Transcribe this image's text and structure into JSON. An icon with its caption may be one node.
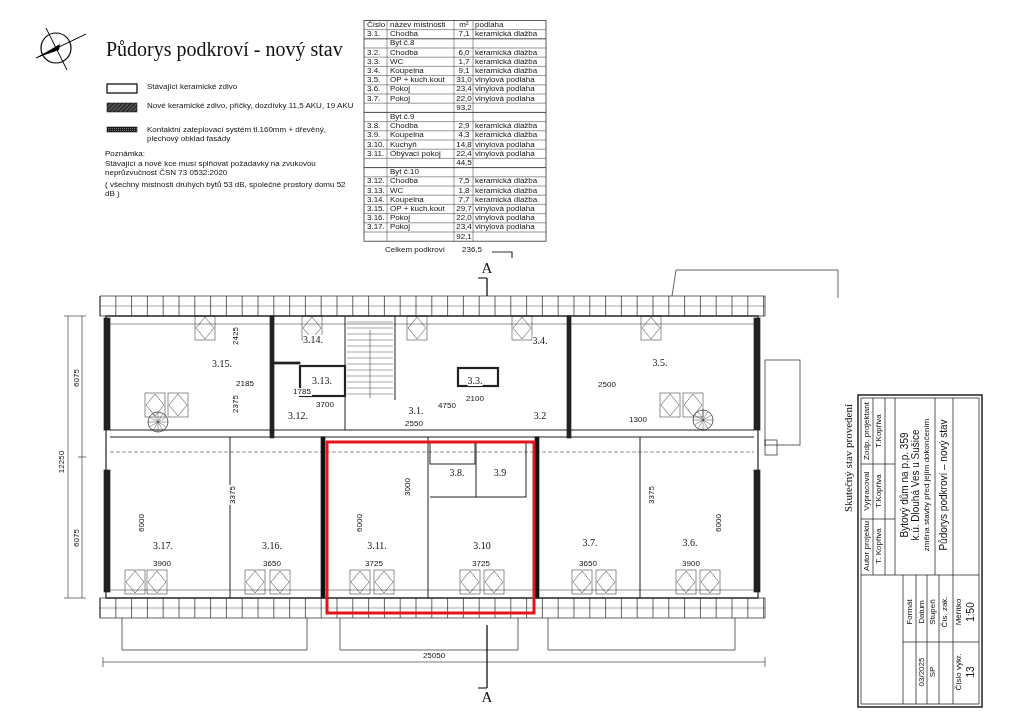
{
  "diagram": {
    "title": "Půdorys podkroví - nový stav",
    "legend": [
      {
        "text": "Stávající keramické zdivo"
      },
      {
        "text": "Nové keramické zdivo, příčky, dozdívky 11,5 AKU, 19 AKU"
      },
      {
        "text": "Kontaktní zateplovací systém tl.160mm + dřevěný, plechový obklad fasády"
      }
    ],
    "labels": [
      "Poznámka:",
      "Stávající a nové kce musí splňovat požadavky na zvukovou neprůzvučnost ČSN 73 0532:2020",
      "( všechny místnosti druhých bytů 53 dB, společné prostory domu 52 dB )",
      "Číslo",
      "název místnosti",
      "m²",
      "podlaha",
      "3.1.",
      "Chodba",
      "7,1",
      "keramická dlažba",
      "Byt č.8",
      "3.2.",
      "Chodba",
      "6,0",
      "keramická dlažba",
      "3.3.",
      "WC",
      "1,7",
      "keramická dlažba",
      "3.4.",
      "Koupelna",
      "9,1",
      "keramická dlažba",
      "3.5.",
      "OP + kuch.kout",
      "31,0",
      "vinylová podlaha",
      "3.6.",
      "Pokoj",
      "23,4",
      "vinylová podlaha",
      "3.7.",
      "Pokoj",
      "22,0",
      "vinylová podlaha",
      "93,2",
      "Byt č.9",
      "3.8.",
      "Chodba",
      "2,9",
      "keramická dlažba",
      "3.9.",
      "Koupelna",
      "4,3",
      "keramická dlažba",
      "3.10.",
      "Kuchyň",
      "14,8",
      "vinylová podlaha",
      "3.11.",
      "Obývací pokoj",
      "22,4",
      "vinylová podlaha",
      "44,5",
      "Byt č.10",
      "3.12.",
      "Chodba",
      "7,5",
      "keramická dlažba",
      "3.13.",
      "WC",
      "1,8",
      "keramická dlažba",
      "3.14.",
      "Koupelna",
      "7,7",
      "keramická dlažba",
      "3.15.",
      "OP + kuch.kout",
      "29,7",
      "vinylová podlaha",
      "3.16.",
      "Pokoj",
      "22,0",
      "vinylová podlaha",
      "3.17.",
      "Pokoj",
      "23,4",
      "vinylová podlaha",
      "92,1",
      "Celkem podkroví",
      "236,5",
      "3.14.",
      "3.4.",
      "3.15.",
      "3.5.",
      "3.13.",
      "3.3.",
      "3.12.",
      "3.1.",
      "3.2",
      "3.8.",
      "3.9",
      "3.17.",
      "3.16.",
      "3.11.",
      "3.10",
      "3.7.",
      "3.6.",
      "3900",
      "3650",
      "3725",
      "3725",
      "3650",
      "3900",
      "6000",
      "6000",
      "6000",
      "3375",
      "3375",
      "3000",
      "3700",
      "2550",
      "4750",
      "2100",
      "2185",
      "1785",
      "2500",
      "1300",
      "2375",
      "2425",
      "25050",
      "12250",
      "6075",
      "6075",
      "A",
      "A",
      "Skutečný stav provedení",
      "Zodp. projektant",
      "T.Kopřiva",
      "Vypracoval",
      "T.Kopřiva",
      "Autor projektu",
      "T. Kopřiva",
      "Bytový dům na p.p. 359",
      "k.ú. Dlouhá Ves u Sušice",
      "změna stavby před jejím dokončením",
      "Půdorys podkroví – nový stav",
      "Formát",
      "Datum",
      "03/2025",
      "Stupeň",
      "SP",
      "Čís. zak.",
      "Měřítko",
      "1:50",
      "Číslo výkr.",
      "13"
    ]
  }
}
